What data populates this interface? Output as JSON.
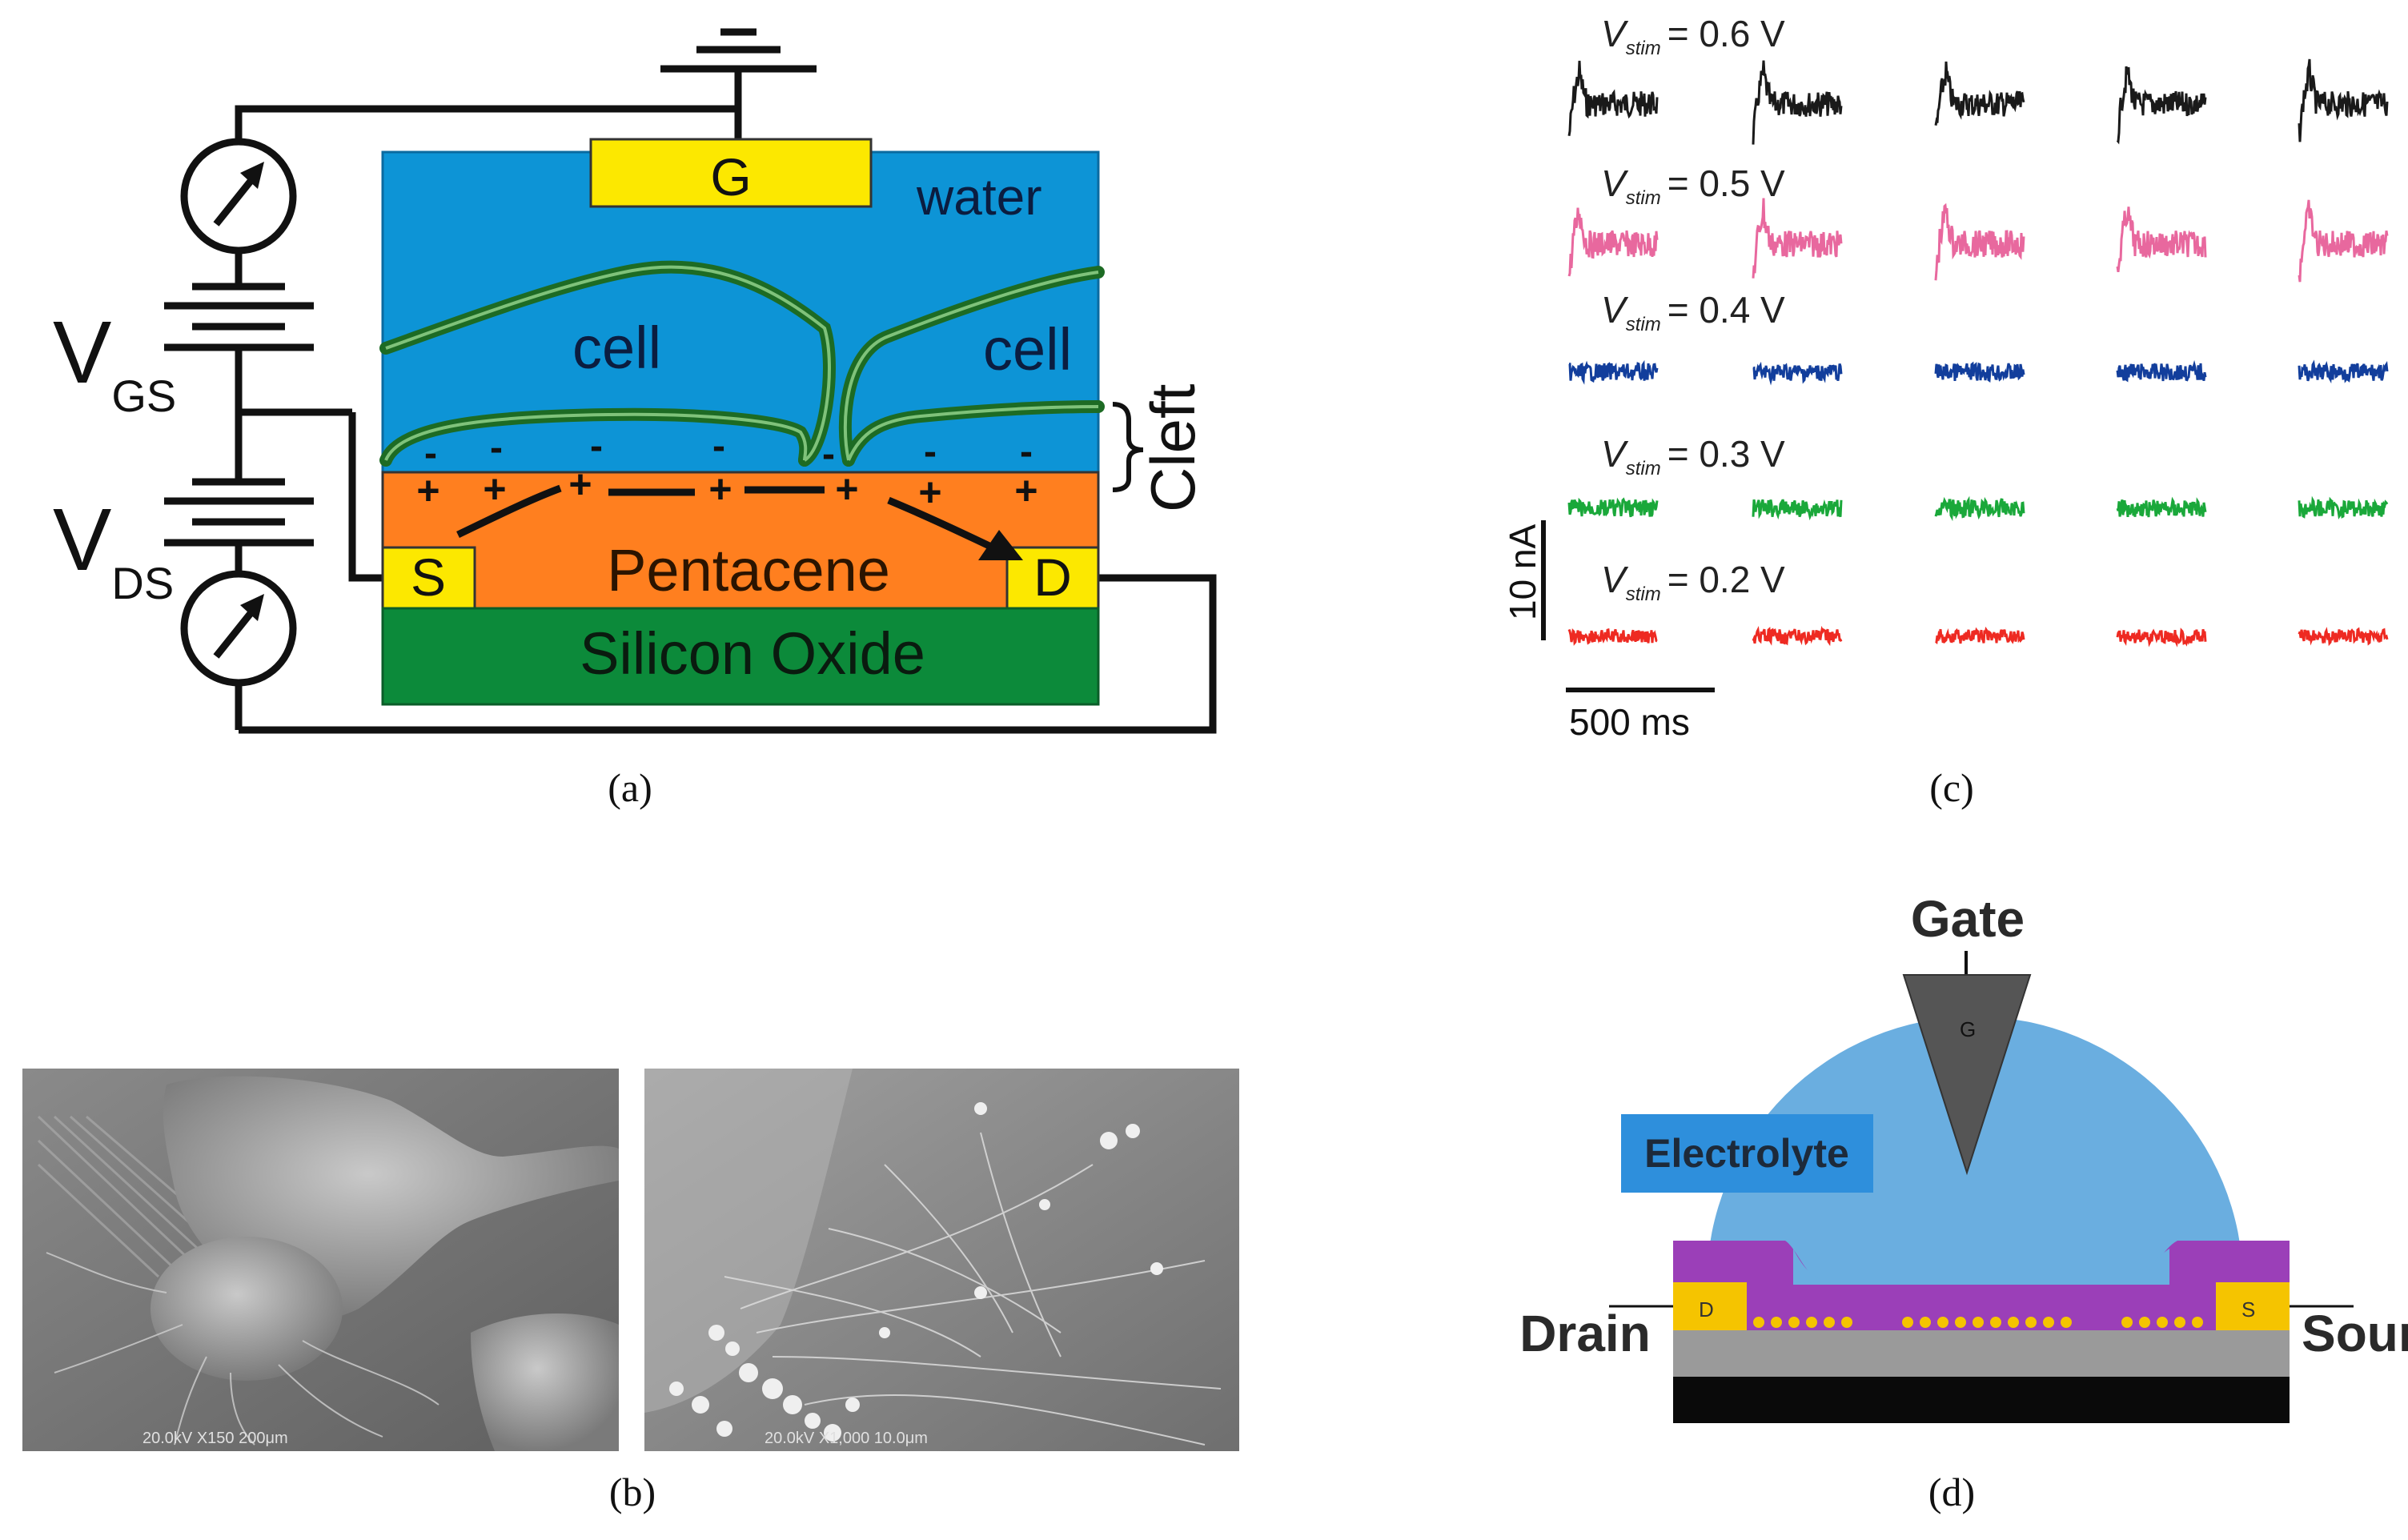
{
  "panel_a": {
    "caption": "(a)",
    "gate_label": "G",
    "water_label": "water",
    "cell_left": "cell",
    "cell_right": "cell",
    "cleft_label": "Cleft",
    "source_label": "S",
    "drain_label": "D",
    "pentacene_label": "Pentacene",
    "oxide_label": "Silicon Oxide",
    "vgs_main": "V",
    "vgs_sub": "GS",
    "vds_main": "V",
    "vds_sub": "DS",
    "minus_sign": "-",
    "plus_sign": "+",
    "colors": {
      "water": "#0d94d6",
      "gate": "#fce800",
      "pentacene": "#ff7f1f",
      "oxide": "#0c8a3a",
      "membrane": "#1d6b24"
    }
  },
  "panel_b": {
    "caption": "(b)",
    "left_scalebar": "20.0kV  X150   200μm",
    "right_scalebar": "20.0kV  X1,000   10.0μm"
  },
  "panel_c": {
    "caption": "(c)",
    "rows": [
      {
        "v_main": "V",
        "v_sub": "stim",
        "v_value": "= 0.6 V",
        "color": "#1a1a1a"
      },
      {
        "v_main": "V",
        "v_sub": "stim",
        "v_value": "= 0.5 V",
        "color": "#e8689e"
      },
      {
        "v_main": "V",
        "v_sub": "stim",
        "v_value": "= 0.4 V",
        "color": "#123e9c"
      },
      {
        "v_main": "V",
        "v_sub": "stim",
        "v_value": "= 0.3 V",
        "color": "#1aa83a"
      },
      {
        "v_main": "V",
        "v_sub": "stim",
        "v_value": "= 0.2 V",
        "color": "#ee2a22"
      }
    ],
    "traces_per_row": 5,
    "y_scale_label": "10 nA",
    "x_scale_label": "500 ms"
  },
  "panel_d": {
    "caption": "(d)",
    "gate_title": "Gate",
    "gate_letter": "G",
    "electrolyte_label": "Electrolyte",
    "drain_title": "Drain",
    "drain_letter": "D",
    "source_title": "Source",
    "source_letter": "S",
    "colors": {
      "electrolyte": "#6aaee0",
      "label_box": "#2e8fdc",
      "semiconductor": "#9b3fb8",
      "contact": "#f5c400",
      "gate": "#555555"
    }
  }
}
